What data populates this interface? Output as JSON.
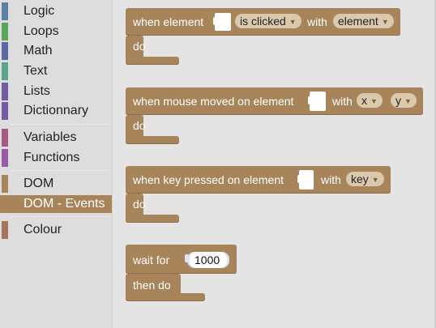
{
  "toolbox": {
    "categories": [
      {
        "label": "Logic",
        "color": "#5b80a5"
      },
      {
        "label": "Loops",
        "color": "#5ba55b"
      },
      {
        "label": "Math",
        "color": "#5b67a5"
      },
      {
        "label": "Text",
        "color": "#5ba58c"
      },
      {
        "label": "Lists",
        "color": "#745ba5"
      },
      {
        "label": "Dictionnary",
        "color": "#745ba5"
      },
      {
        "label": "Variables",
        "color": "#a55b80"
      },
      {
        "label": "Functions",
        "color": "#995ba5"
      },
      {
        "label": "DOM",
        "color": "#a7845a"
      },
      {
        "label": "DOM - Events",
        "color": "#a7845a",
        "selected": true
      },
      {
        "label": "Colour",
        "color": "#a5745b"
      }
    ]
  },
  "blocks": {
    "clicked": {
      "when": "when element",
      "event": "is clicked",
      "with": "with",
      "param": "element",
      "do": "do"
    },
    "mouse_moved": {
      "when": "when mouse moved on element",
      "with": "with",
      "x": "x",
      "y": "y",
      "do": "do"
    },
    "key_pressed": {
      "when": "when key pressed on element",
      "with": "with",
      "key": "key",
      "do": "do"
    },
    "wait": {
      "label": "wait for",
      "value": "1000",
      "then": "then do"
    }
  }
}
